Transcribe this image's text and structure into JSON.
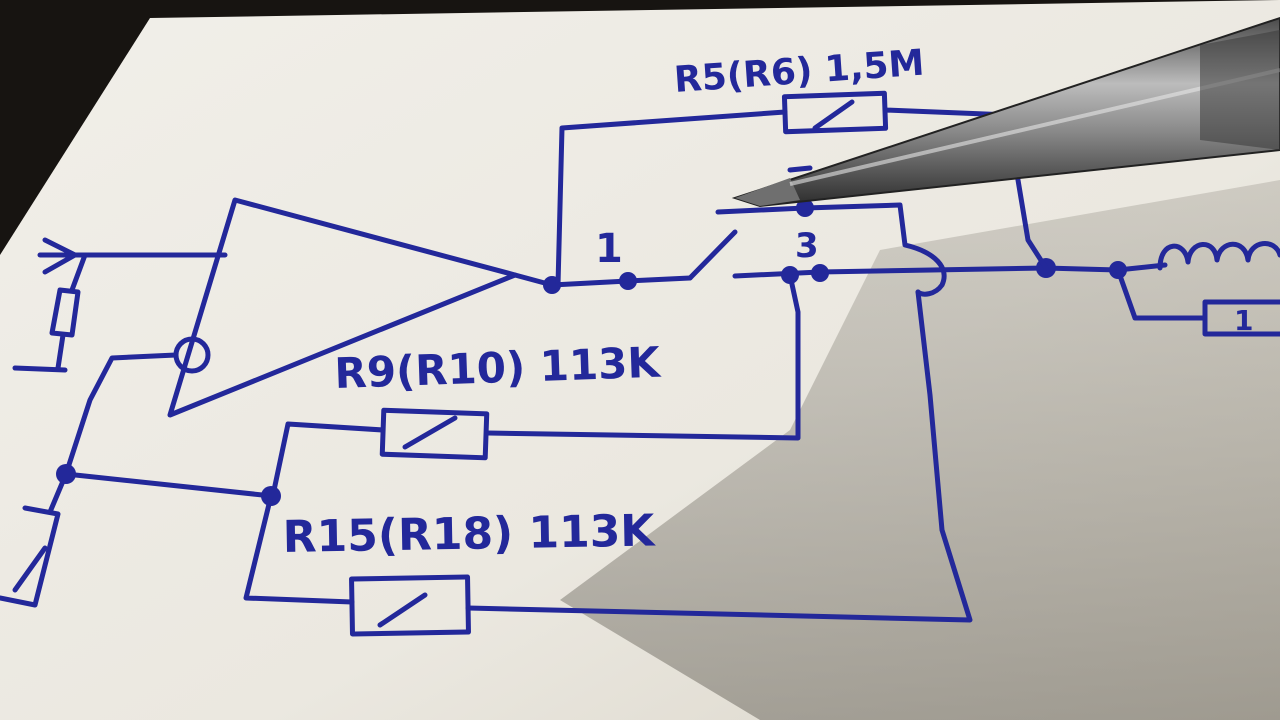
{
  "labels": {
    "r5": "R5(R6) 1,5M",
    "r9": "R9(R10) 113K",
    "r15": "R15(R18) 113K",
    "pos1": "1",
    "pos3": "3",
    "box_mark": "1"
  }
}
